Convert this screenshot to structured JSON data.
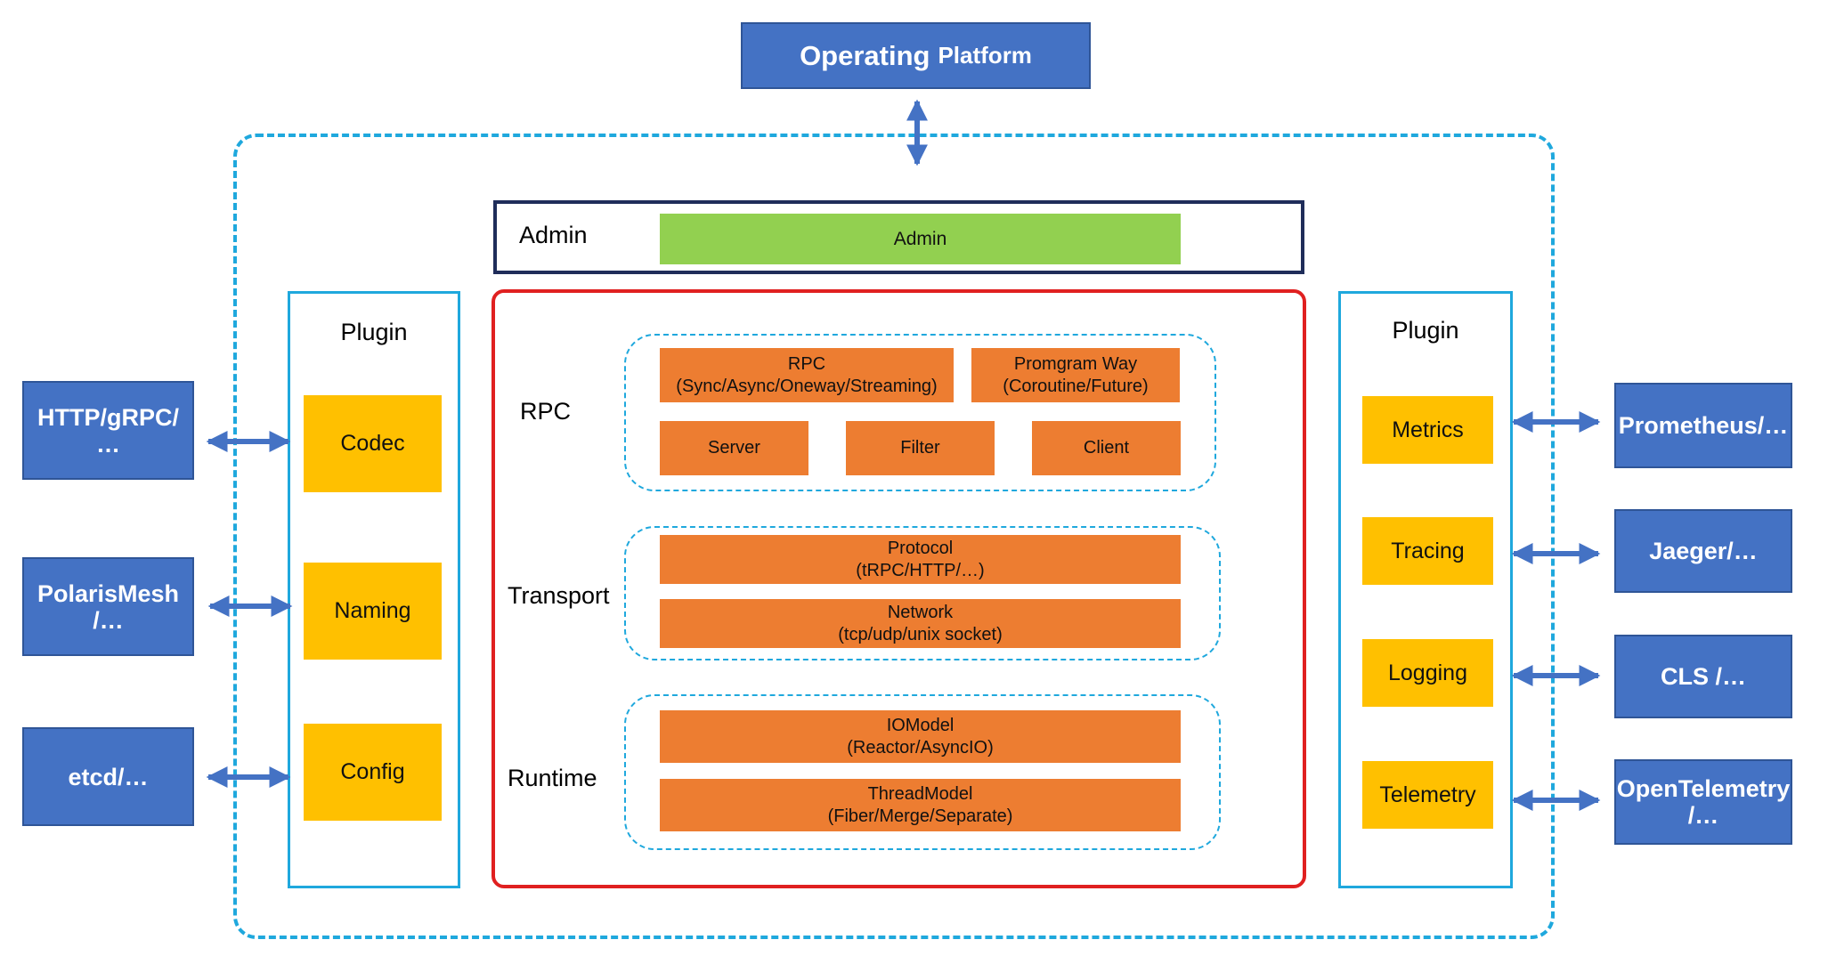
{
  "top": {
    "platform_main": "Operating",
    "platform_sub": "Platform"
  },
  "admin": {
    "label": "Admin",
    "bar": "Admin"
  },
  "left_plugin": {
    "title": "Plugin",
    "items": [
      "Codec",
      "Naming",
      "Config"
    ]
  },
  "right_plugin": {
    "title": "Plugin",
    "items": [
      "Metrics",
      "Tracing",
      "Logging",
      "Telemetry"
    ]
  },
  "left_external": [
    "HTTP/gRPC/\n…",
    "PolarisMesh\n/…",
    "etcd/…"
  ],
  "right_external": [
    "Prometheus/…",
    "Jaeger/…",
    "CLS /…",
    "OpenTelemetry\n/…"
  ],
  "core": {
    "rpc": {
      "label": "RPC",
      "rpc_box": "RPC\n(Sync/Async/Oneway/Streaming)",
      "program_box": "Promgram Way\n(Coroutine/Future)",
      "server": "Server",
      "filter": "Filter",
      "client": "Client"
    },
    "transport": {
      "label": "Transport",
      "protocol": "Protocol\n(tRPC/HTTP/…)",
      "network": "Network\n(tcp/udp/unix socket)"
    },
    "runtime": {
      "label": "Runtime",
      "iomodel": "IOModel\n(Reactor/AsyncIO)",
      "threadmodel": "ThreadModel\n(Fiber/Merge/Separate)"
    }
  },
  "colors": {
    "accent_blue": "#4472c4",
    "plugin_yellow": "#ffc000",
    "core_orange": "#ed7d31",
    "admin_green": "#92d050",
    "core_border_red": "#e02020",
    "dashed_cyan": "#1fa8dd",
    "admin_border_navy": "#1f2d5a"
  }
}
